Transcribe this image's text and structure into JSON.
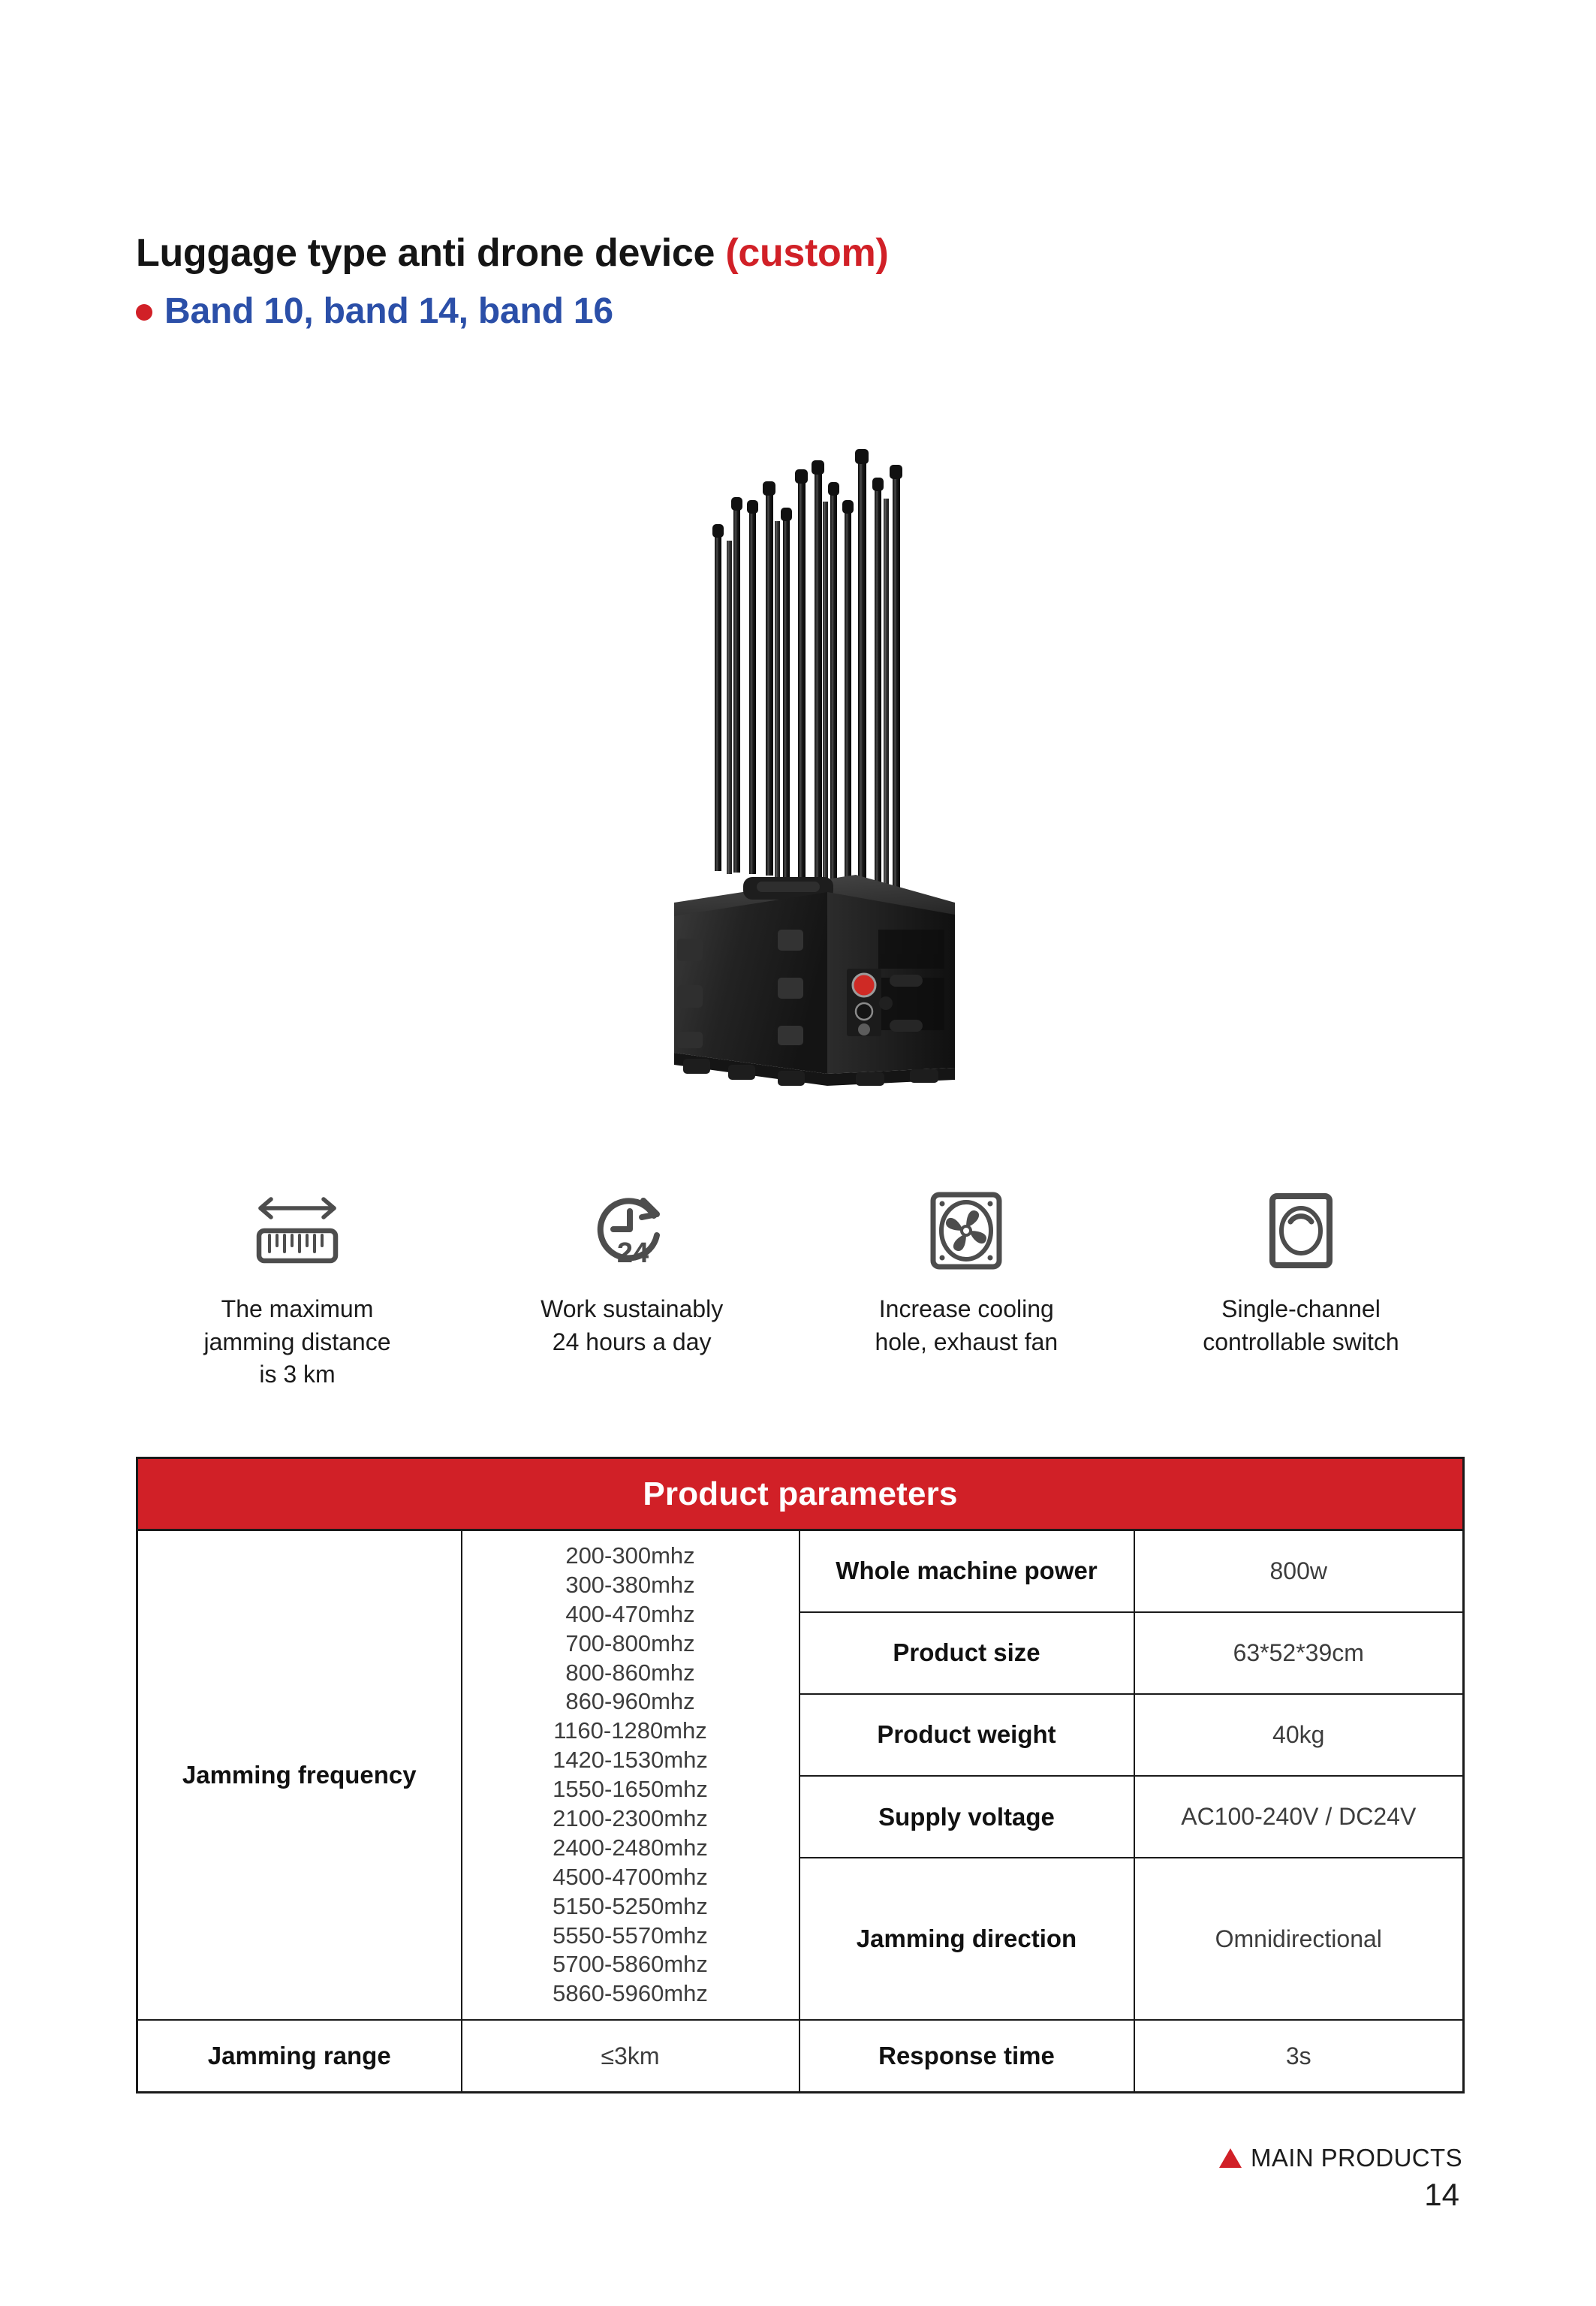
{
  "header": {
    "title_main": "Luggage type anti drone device",
    "title_custom": "(custom)",
    "subtitle": "Band 10, band 14, band 16",
    "accent_red": "#D12027",
    "accent_blue": "#2B4FA8"
  },
  "product_image": {
    "alt": "Black rugged luggage case anti-drone jammer with sixteen vertical telescopic antennas, red emergency stop button and ventilation grille"
  },
  "features": [
    {
      "icon": "distance-ruler-icon",
      "label": "The maximum\njamming distance\nis 3 km"
    },
    {
      "icon": "clock-24-hours-icon",
      "label": "Work sustainably\n24 hours a day"
    },
    {
      "icon": "exhaust-fan-icon",
      "label": "Increase cooling\nhole, exhaust fan"
    },
    {
      "icon": "rotary-switch-icon",
      "label": "Single-channel\ncontrollable switch"
    }
  ],
  "table": {
    "header": "Product parameters",
    "jamming_frequency_label": "Jamming frequency",
    "frequencies": [
      "200-300mhz",
      "300-380mhz",
      "400-470mhz",
      "700-800mhz",
      "800-860mhz",
      "860-960mhz",
      "1160-1280mhz",
      "1420-1530mhz",
      "1550-1650mhz",
      "2100-2300mhz",
      "2400-2480mhz",
      "4500-4700mhz",
      "5150-5250mhz",
      "5550-5570mhz",
      "5700-5860mhz",
      "5860-5960mhz"
    ],
    "specs": [
      {
        "label": "Whole machine power",
        "value": "800w"
      },
      {
        "label": "Product size",
        "value": "63*52*39cm"
      },
      {
        "label": "Product weight",
        "value": "40kg"
      },
      {
        "label": "Supply voltage",
        "value": "AC100-240V / DC24V"
      },
      {
        "label": "Jamming direction",
        "value": "Omnidirectional"
      }
    ],
    "bottom_row": {
      "label": "Jamming range",
      "value": "≤3km",
      "label2": "Response time",
      "value2": "3s"
    }
  },
  "footer": {
    "section": "MAIN PRODUCTS",
    "page_number": "14"
  }
}
